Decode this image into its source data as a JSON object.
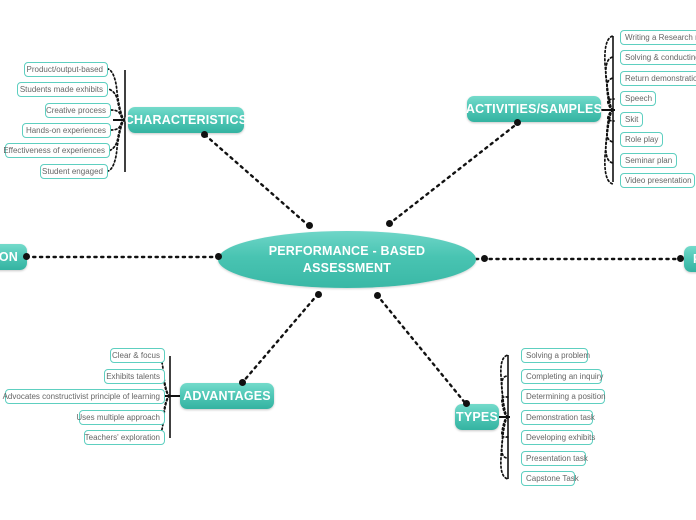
{
  "diagram": {
    "type": "mind-map",
    "background_color": "#ffffff",
    "accent_color": "#4ec6b5",
    "node_gradient_top": "#74dbcb",
    "node_gradient_bottom": "#34b3a1",
    "leaf_border_color": "#5ecfc0",
    "leaf_text_color": "#666666",
    "connector_color": "#111111",
    "center": {
      "label": "PERFORMANCE - BASED ASSESSMENT",
      "line1": "PERFORMANCE - BASED",
      "line2": "ASSESSMENT"
    },
    "branches": [
      {
        "id": "characteristics",
        "label": "CHARACTERISTICS",
        "side": "left",
        "leaves": [
          "Product/output-based",
          "Students made exhibits",
          "Creative process",
          "Hands-on experiences",
          "Effectiveness of experiences",
          "Student engaged"
        ]
      },
      {
        "id": "activities-samples",
        "label": "ACTIVITIES/SAMPLES",
        "side": "right",
        "leaves": [
          "Writing a Research re",
          "Solving & conducting",
          "Return demonstration",
          "Speech",
          "Skit",
          "Role play",
          "Seminar plan",
          "Video presentation"
        ]
      },
      {
        "id": "advantages",
        "label": "ADVANTAGES",
        "side": "left",
        "leaves": [
          "Clear & focus",
          "Exhibits talents",
          "Advocates constructivist principle of learning",
          "Uses multiple approach",
          "Teachers' exploration"
        ]
      },
      {
        "id": "types",
        "label": "TYPES",
        "side": "right",
        "leaves": [
          "Solving a problem",
          "Completing an inquiry",
          "Determining a position",
          "Demonstration task",
          "Developing exhibits",
          "Presentation task",
          "Capstone Task"
        ]
      },
      {
        "id": "definition-clipped",
        "label": "ION",
        "side": "left-edge-clipped",
        "leaves": []
      },
      {
        "id": "right-edge-clipped",
        "label": "P",
        "side": "right-edge-clipped",
        "leaves": []
      }
    ]
  }
}
